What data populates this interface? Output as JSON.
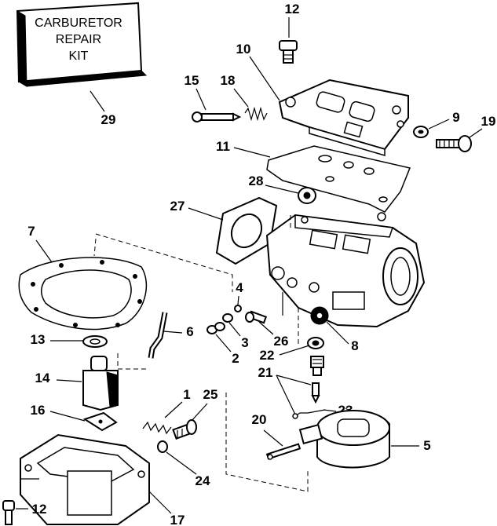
{
  "kit": {
    "lines": [
      "CARBURETOR",
      "REPAIR",
      "KIT"
    ]
  },
  "callouts": {
    "c1": "1",
    "c2": "2",
    "c3": "3",
    "c4": "4",
    "c5": "5",
    "c6": "6",
    "c7": "7",
    "c8": "8",
    "c9": "9",
    "c10": "10",
    "c11": "11",
    "c12a": "12",
    "c12b": "12",
    "c13": "13",
    "c14": "14",
    "c15": "15",
    "c16": "16",
    "c17": "17",
    "c18": "18",
    "c19": "19",
    "c20": "20",
    "c21": "21",
    "c22": "22",
    "c23": "23",
    "c24": "24",
    "c25": "25",
    "c26": "26",
    "c27": "27",
    "c28": "28",
    "c29": "29"
  }
}
